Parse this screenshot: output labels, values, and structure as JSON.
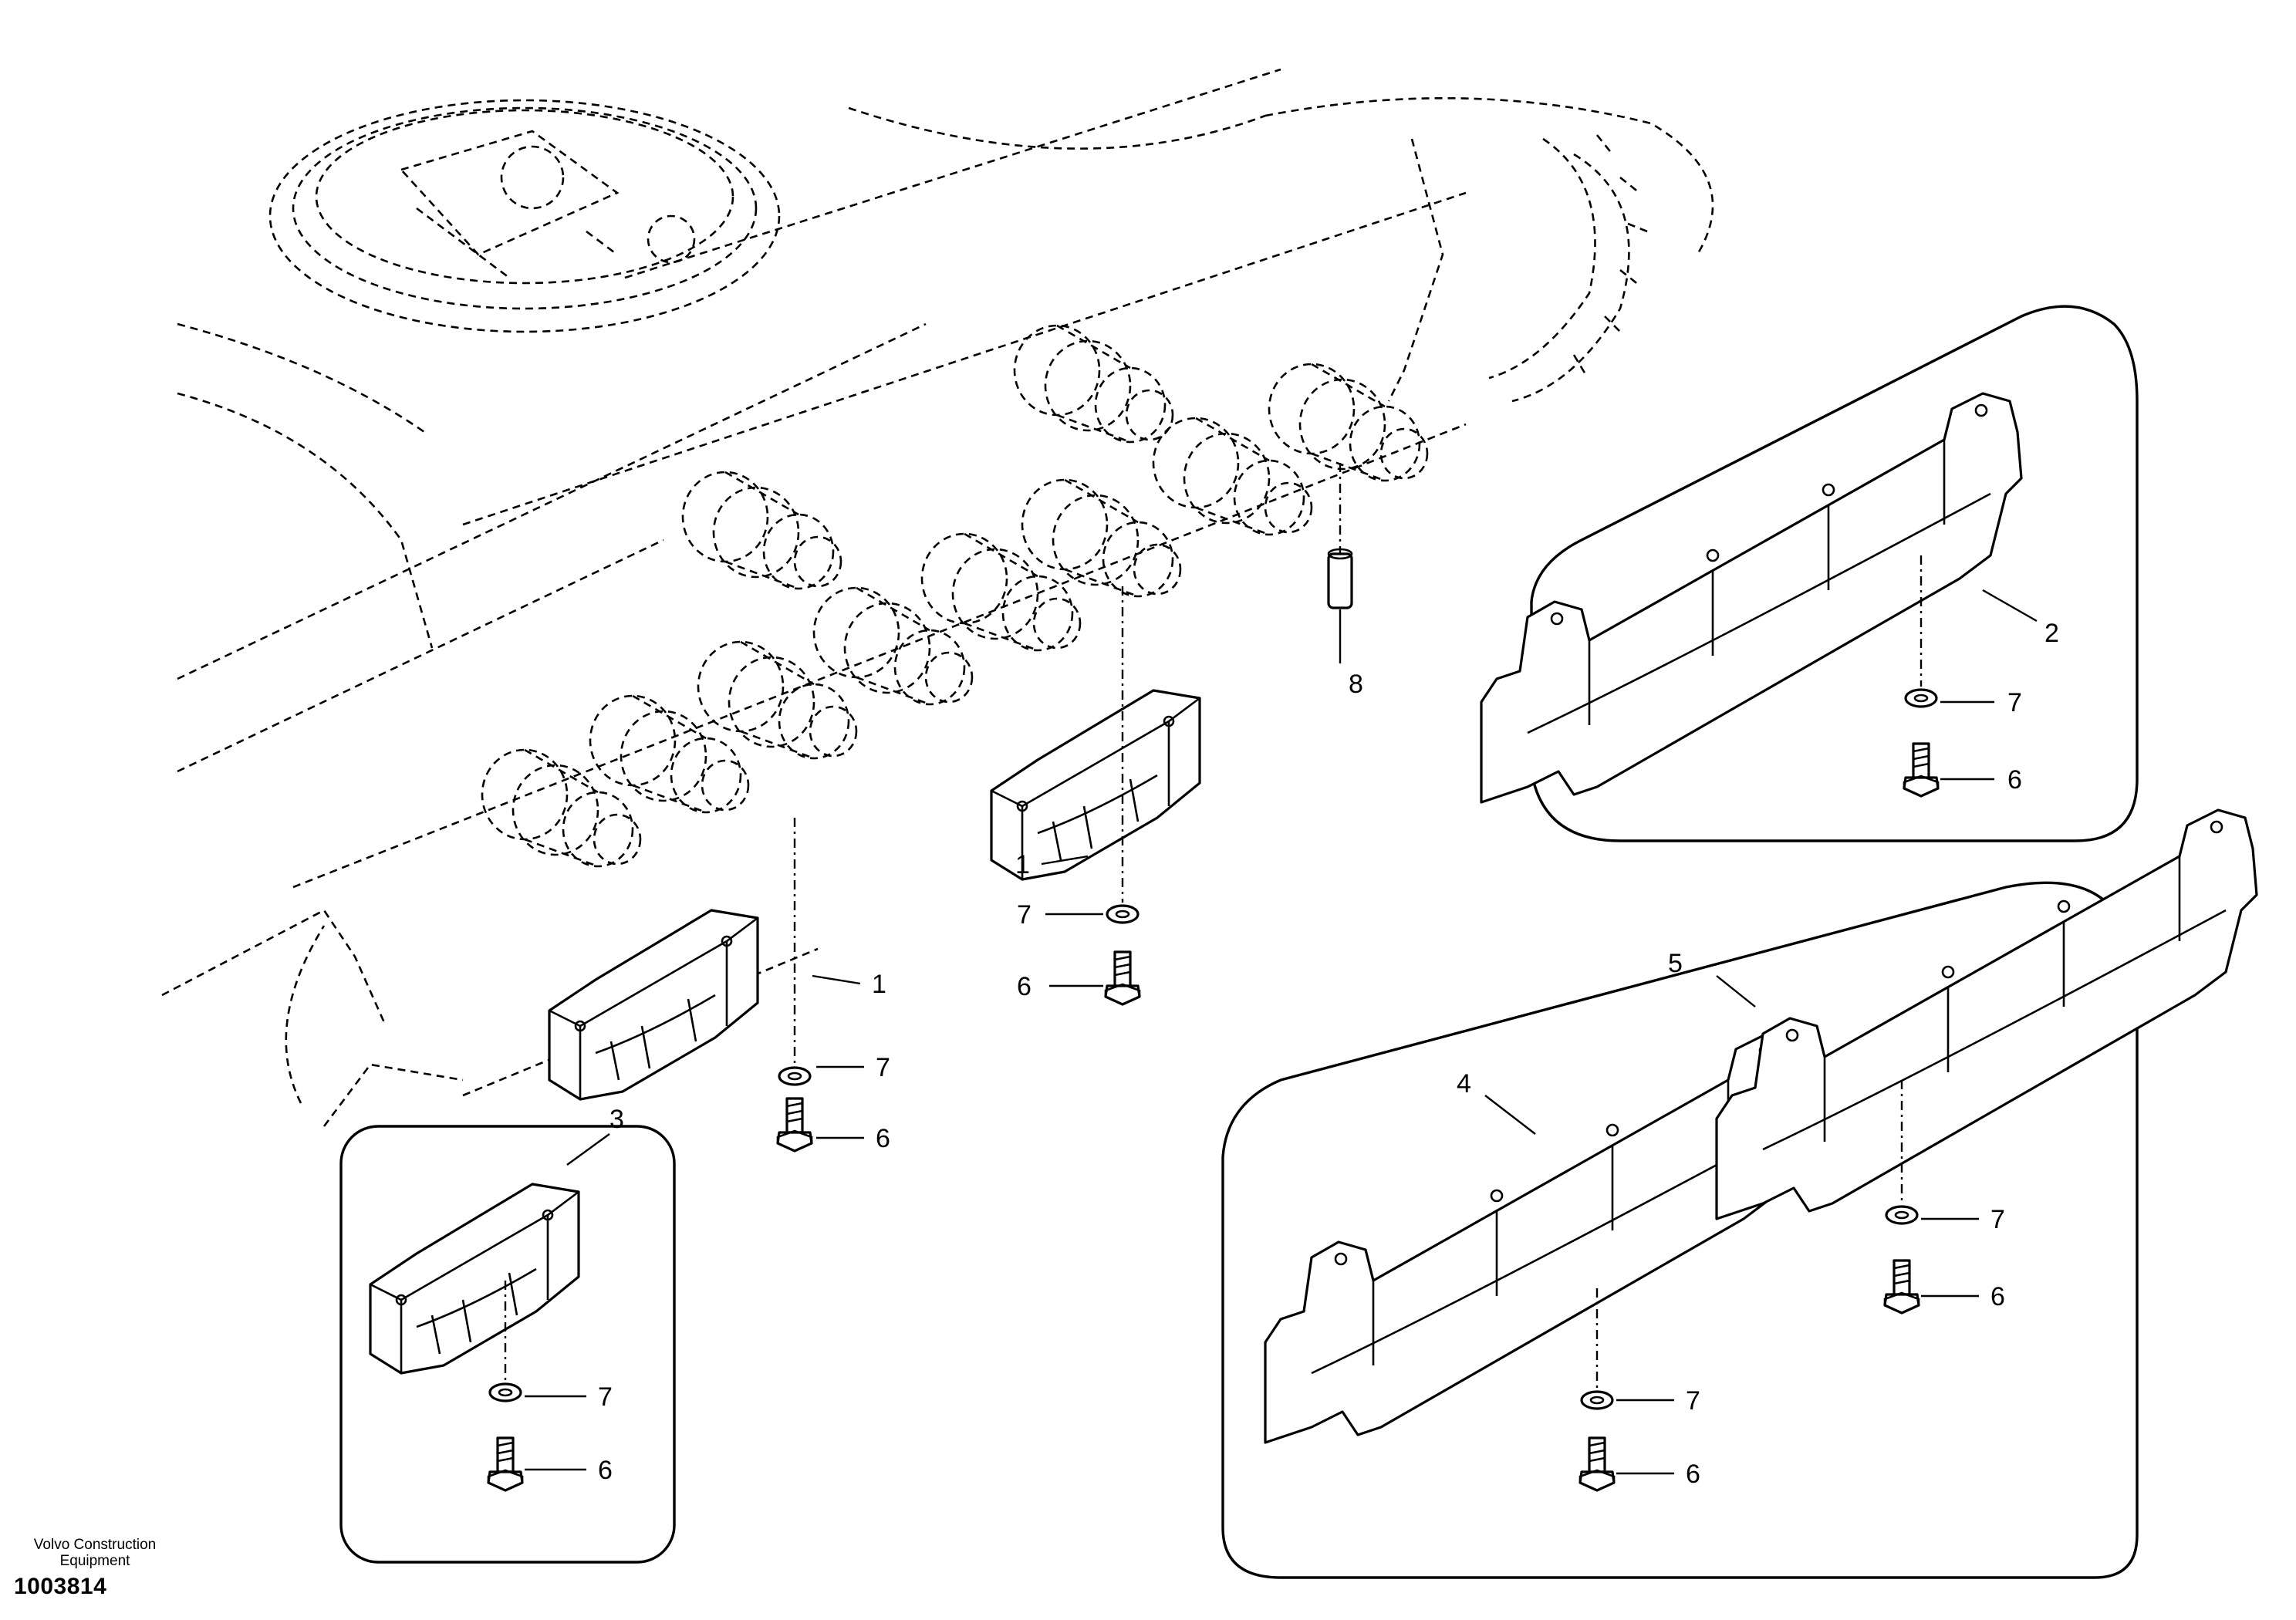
{
  "footer": {
    "manufacturer_line1": "Volvo Construction",
    "manufacturer_line2": "Equipment",
    "drawing_number": "1003814"
  },
  "callouts": {
    "c1a": "1",
    "c1b": "1",
    "c2": "2",
    "c3": "3",
    "c4": "4",
    "c5": "5",
    "c6a": "6",
    "c6b": "6",
    "c6c": "6",
    "c6d": "6",
    "c6e": "6",
    "c7a": "7",
    "c7b": "7",
    "c7c": "7",
    "c7d": "7",
    "c7e": "7",
    "c8": "8"
  }
}
